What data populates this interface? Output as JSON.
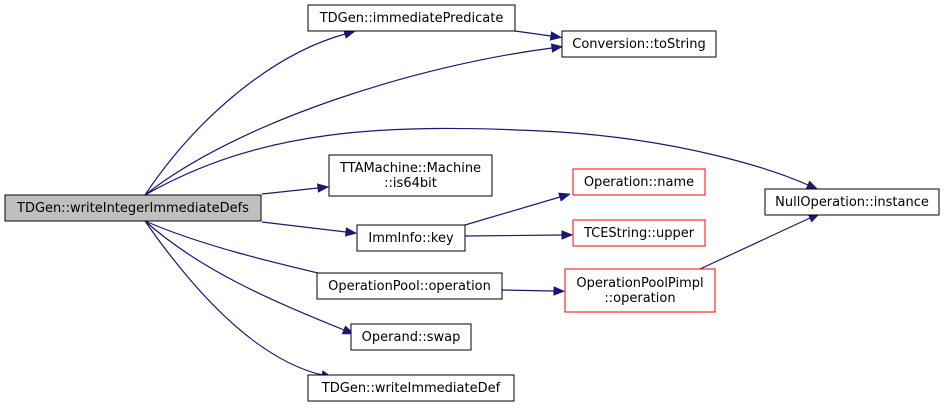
{
  "graph": {
    "root": "TDGen::writeIntegerImmediateDefs",
    "nodes": [
      {
        "id": "root",
        "lines": [
          "TDGen::writeIntegerImmediateDefs"
        ],
        "style": "root"
      },
      {
        "id": "immPred",
        "lines": [
          "TDGen::immediatePredicate"
        ],
        "style": "normal"
      },
      {
        "id": "toString",
        "lines": [
          "Conversion::toString"
        ],
        "style": "normal"
      },
      {
        "id": "is64",
        "lines": [
          "TTAMachine::Machine",
          "::is64bit"
        ],
        "style": "normal"
      },
      {
        "id": "key",
        "lines": [
          "ImmInfo::key"
        ],
        "style": "normal"
      },
      {
        "id": "opname",
        "lines": [
          "Operation::name"
        ],
        "style": "red"
      },
      {
        "id": "upper",
        "lines": [
          "TCEString::upper"
        ],
        "style": "red"
      },
      {
        "id": "nullop",
        "lines": [
          "NullOperation::instance"
        ],
        "style": "normal"
      },
      {
        "id": "poolop",
        "lines": [
          "OperationPool::operation"
        ],
        "style": "normal"
      },
      {
        "id": "pimpl",
        "lines": [
          "OperationPoolPimpl",
          "::operation"
        ],
        "style": "red"
      },
      {
        "id": "swap",
        "lines": [
          "Operand::swap"
        ],
        "style": "normal"
      },
      {
        "id": "writeImm",
        "lines": [
          "TDGen::writeImmediateDef"
        ],
        "style": "normal"
      }
    ],
    "edges": [
      [
        "root",
        "immPred"
      ],
      [
        "root",
        "toString"
      ],
      [
        "root",
        "nullop"
      ],
      [
        "root",
        "is64"
      ],
      [
        "root",
        "key"
      ],
      [
        "root",
        "poolop"
      ],
      [
        "root",
        "swap"
      ],
      [
        "root",
        "writeImm"
      ],
      [
        "immPred",
        "toString"
      ],
      [
        "key",
        "opname"
      ],
      [
        "key",
        "upper"
      ],
      [
        "poolop",
        "pimpl"
      ],
      [
        "pimpl",
        "nullop"
      ]
    ]
  },
  "colors": {
    "edge": "#191970",
    "root_fill": "#bfbfbf",
    "red_border": "#ff0000",
    "normal_border": "#000000"
  }
}
